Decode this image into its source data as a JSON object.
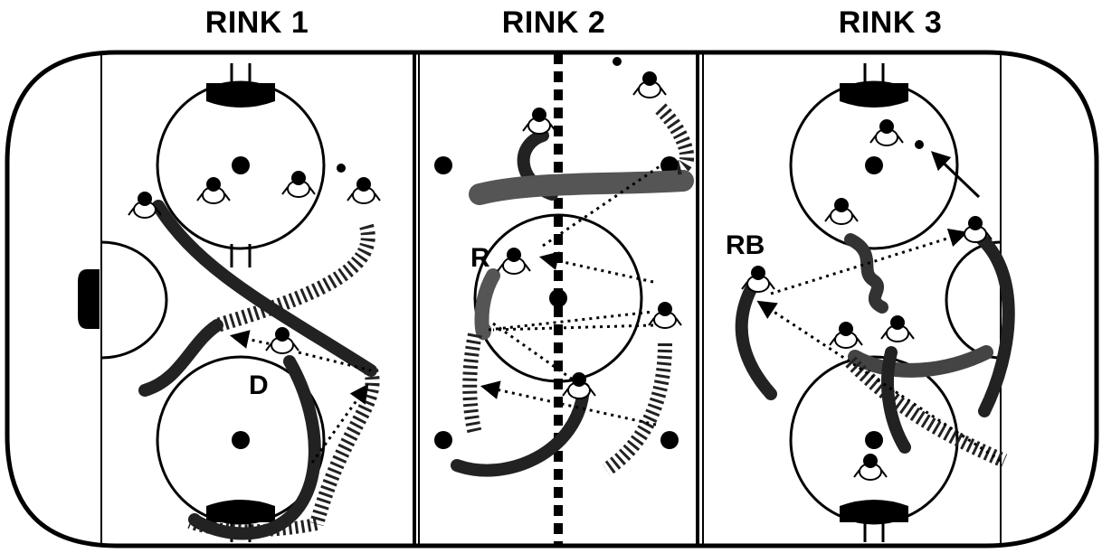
{
  "rinks": [
    {
      "title": "RINK 1",
      "labels": [
        {
          "text": "D"
        }
      ]
    },
    {
      "title": "RINK 2",
      "labels": [
        {
          "text": "R"
        }
      ]
    },
    {
      "title": "RINK 3",
      "labels": [
        {
          "text": "RB"
        }
      ]
    }
  ],
  "colors": {
    "ink": "#000000",
    "background": "#ffffff",
    "skate_trail": "#222222"
  }
}
